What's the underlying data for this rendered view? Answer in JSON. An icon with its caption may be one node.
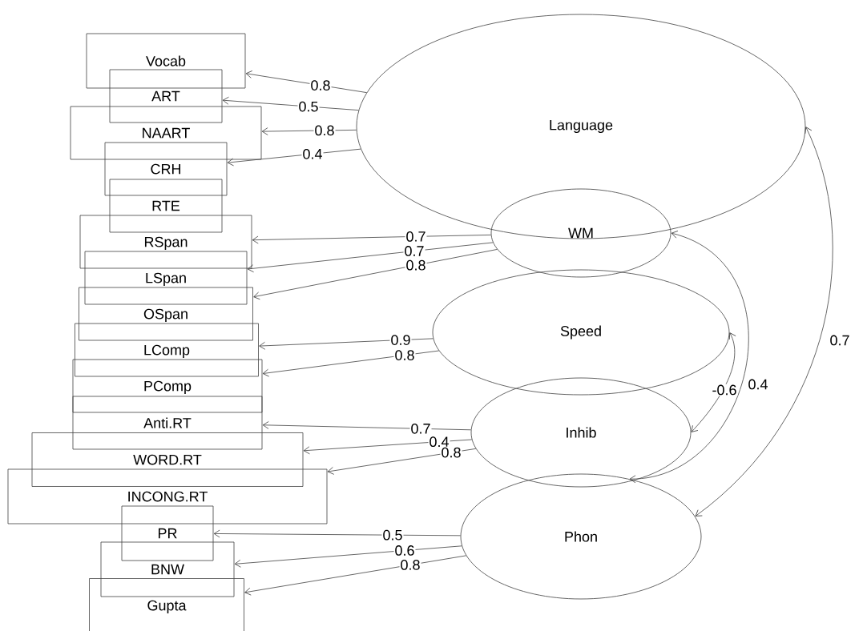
{
  "diagram": {
    "nodes": [
      {
        "text": [
          "Vocab"
        ]
      },
      {
        "text": [
          "ART"
        ]
      },
      {
        "text": [
          "NAART"
        ]
      },
      {
        "text": [
          "CRH"
        ]
      },
      {
        "text": [
          "RTE"
        ]
      },
      {
        "text": [
          "RSpan"
        ]
      },
      {
        "text": [
          "LSpan"
        ]
      },
      {
        "text": [
          "OSpan"
        ]
      },
      {
        "text": [
          "LComp"
        ]
      },
      {
        "text": [
          "PComp"
        ]
      },
      {
        "text": [
          "Anti.RT"
        ]
      },
      {
        "text": [
          "WORD.RT"
        ]
      },
      {
        "text": [
          "INCONG.RT"
        ]
      },
      {
        "text": [
          "PR"
        ]
      },
      {
        "text": [
          "BNW"
        ]
      },
      {
        "text": [
          "Gupta"
        ]
      },
      {
        "text": [
          "Language"
        ]
      },
      {
        "text": [
          "WM"
        ]
      },
      {
        "text": [
          "Speed"
        ]
      },
      {
        "text": [
          "Inhib"
        ]
      },
      {
        "text": [
          "Phon"
        ]
      }
    ],
    "edges": [
      {
        "from": 16,
        "to": 0,
        "arrow": "to",
        "label": "0.8"
      },
      {
        "from": 16,
        "to": 1,
        "arrow": "to",
        "label": "0.5"
      },
      {
        "from": 16,
        "to": 2,
        "arrow": "to",
        "label": "0.8"
      },
      {
        "from": 16,
        "to": 3,
        "arrow": "to",
        "label": "0.4"
      },
      {
        "from": 17,
        "to": 5,
        "arrow": "to",
        "label": "0.7"
      },
      {
        "from": 17,
        "to": 6,
        "arrow": "to",
        "label": "0.7"
      },
      {
        "from": 17,
        "to": 7,
        "arrow": "to",
        "label": "0.8"
      },
      {
        "from": 18,
        "to": 8,
        "arrow": "to",
        "label": "0.9"
      },
      {
        "from": 18,
        "to": 9,
        "arrow": "to",
        "label": "0.8"
      },
      {
        "from": 19,
        "to": 10,
        "arrow": "to",
        "label": "0.7"
      },
      {
        "from": 19,
        "to": 11,
        "arrow": "to",
        "label": "0.4"
      },
      {
        "from": 19,
        "to": 12,
        "arrow": "to",
        "label": "0.8"
      },
      {
        "from": 20,
        "to": 13,
        "arrow": "to",
        "label": "0.5"
      },
      {
        "from": 20,
        "to": 14,
        "arrow": "to",
        "label": "0.6"
      },
      {
        "from": 20,
        "to": 15,
        "arrow": "to",
        "label": "0.8"
      },
      {
        "from": 16,
        "to": 20,
        "arrow": "both",
        "label": "0.7"
      },
      {
        "from": 17,
        "to": 20,
        "arrow": "both",
        "label": "0.4"
      },
      {
        "from": 18,
        "to": 19,
        "arrow": "both",
        "label": "-0.6"
      }
    ]
  }
}
